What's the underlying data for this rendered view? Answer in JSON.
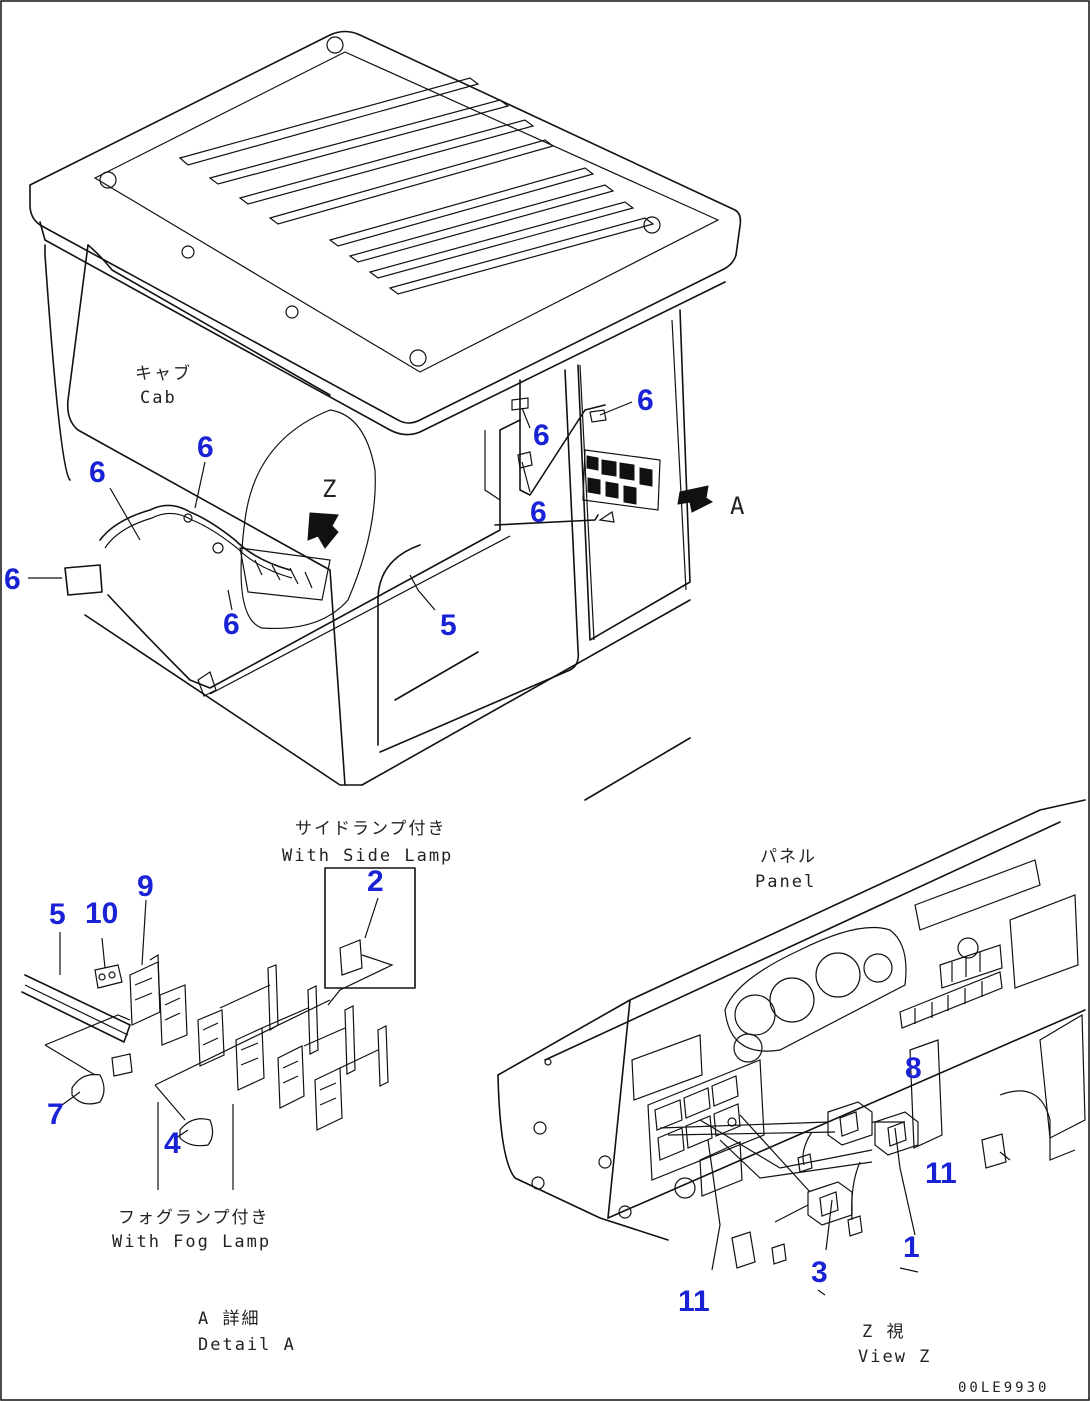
{
  "labels": {
    "cab_jp": "キャブ",
    "cab_en": "Cab",
    "z_marker": "Z",
    "a_marker": "A",
    "side_lamp_jp": "サイドランプ付き",
    "side_lamp_en": "With Side Lamp",
    "fog_lamp_jp": "フォグランプ付き",
    "fog_lamp_en": "With Fog Lamp",
    "detail_jp": "A 詳細",
    "detail_en": "Detail A",
    "panel_jp": "パネル",
    "panel_en": "Panel",
    "view_jp": "Z 視",
    "view_en": "View Z",
    "drawing_ref": "00LE9930"
  },
  "callouts": [
    "1",
    "2",
    "3",
    "4",
    "5",
    "6",
    "7",
    "8",
    "9",
    "10",
    "11"
  ],
  "colors": {
    "callout": "#1a22d6",
    "line": "#111111",
    "background": "#ffffff"
  }
}
